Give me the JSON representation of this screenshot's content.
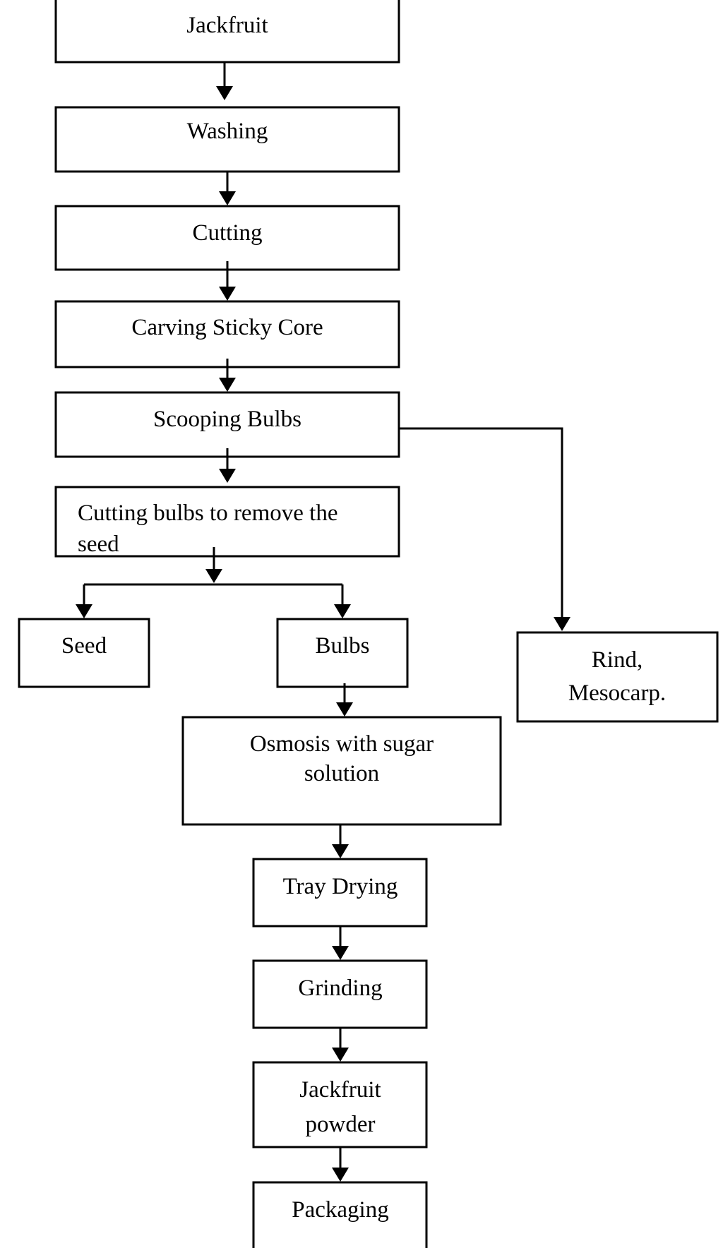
{
  "nodes": {
    "jackfruit": "Jackfruit",
    "washing": "Washing",
    "cutting": "Cutting",
    "carving": "Carving Sticky Core",
    "scooping": "Scooping Bulbs",
    "cutting_bulbs_line1": "Cutting bulbs to remove the",
    "cutting_bulbs_line2": "seed",
    "seed": "Seed",
    "bulbs": "Bulbs",
    "rind_line1": "Rind,",
    "rind_line2": "Mesocarp.",
    "osmosis_line1": "Osmosis with sugar",
    "osmosis_line2": "solution",
    "tray_drying": "Tray Drying",
    "grinding": "Grinding",
    "powder_line1": "Jackfruit",
    "powder_line2": "powder",
    "packaging": "Packaging"
  },
  "colors": {
    "stroke": "#000000",
    "background": "#ffffff"
  }
}
